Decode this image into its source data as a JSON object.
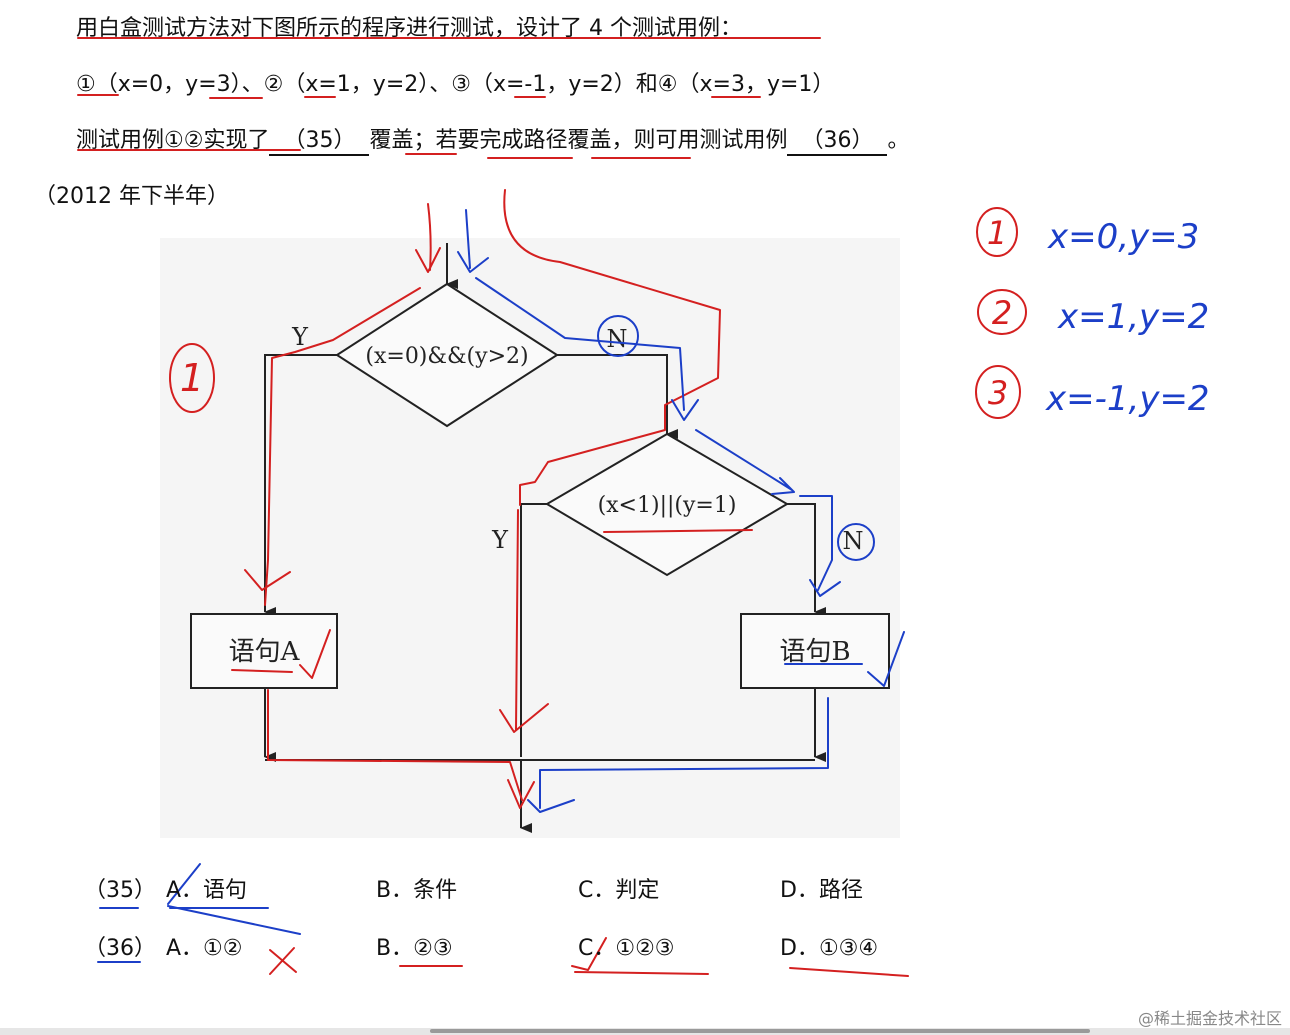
{
  "question": {
    "line1": "用白盒测试方法对下图所示的程序进行测试，设计了 4 个测试用例：",
    "line2": "①（x=0，y=3）、②（x=1，y=2）、③（x=-1，y=2）和④（x=3，y=1）",
    "line3_pre": "测试用例①②实现了",
    "blank35": "（35）",
    "line3_mid": "覆盖；若要完成路径覆盖，则可用测试用例",
    "blank36": "（36）",
    "line3_end": "。",
    "year": "（2012 年下半年）"
  },
  "flowchart": {
    "cond1": "(x=0)&&(y>2)",
    "cond2": "(x<1)||(y=1)",
    "yes1": "Y",
    "no1": "N",
    "yes2": "Y",
    "no2": "N",
    "stmtA": "语句A",
    "stmtB": "语句B"
  },
  "annotations": {
    "marker1": "1",
    "notes": [
      {
        "num": "1",
        "text": "x=0,y=3"
      },
      {
        "num": "2",
        "text": "x=1,y=2"
      },
      {
        "num": "3",
        "text": "x=-1,y=2"
      }
    ]
  },
  "options": {
    "q35": {
      "label": "（35）",
      "A": "A．语句",
      "B": "B．条件",
      "C": "C．判定",
      "D": "D．路径"
    },
    "q36": {
      "label": "（36）",
      "A": "A．①②",
      "B": "B．②③",
      "C": "C．①②③",
      "D": "D．①③④"
    }
  },
  "watermark": "@稀土掘金技术社区",
  "colors": {
    "annotation_red": "#d42020",
    "annotation_blue": "#1c3fc8",
    "text": "#111111"
  }
}
